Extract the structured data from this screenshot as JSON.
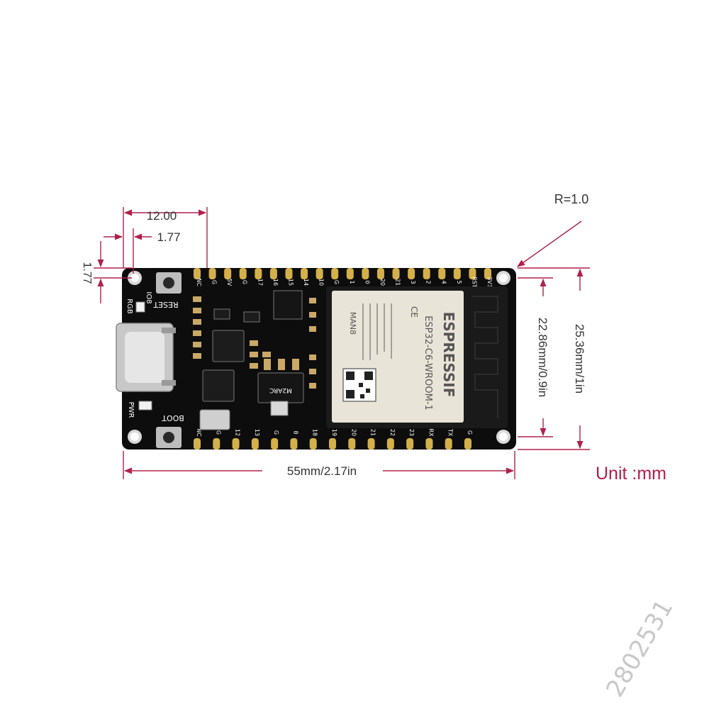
{
  "colors": {
    "dimension": "#b0204a",
    "board": "#0d0d0d",
    "pad": "#d4b04a",
    "module_shield": "#e9e4d8",
    "usb": "#cfcfcf"
  },
  "dimensions": {
    "corner_radius": "R=1.0",
    "header_offset": "12.00",
    "hole_offset_x": "1.77",
    "hole_offset_y": "1.77",
    "pin_row_spacing": "22.86mm/0.9in",
    "board_width": "25.36mm/1in",
    "board_length": "55mm/2.17in",
    "unit": "Unit :mm"
  },
  "board": {
    "top_pins": [
      "NC",
      "G",
      "5V",
      "G",
      "17",
      "16",
      "15",
      "14",
      "10",
      "G",
      "1",
      "0",
      "20",
      "21",
      "3",
      "2",
      "4",
      "5",
      "RST",
      "3V3"
    ],
    "bottom_pins": [
      "NC",
      "G",
      "12",
      "13",
      "G",
      "8",
      "18",
      "19",
      "20",
      "21",
      "22",
      "23",
      "RX",
      "TX",
      "G"
    ],
    "labels": {
      "reset": "RESET",
      "boot": "BOOT",
      "io8": "IO8",
      "rgb": "RGB",
      "pwr": "PWR",
      "regulator": "M2ARC"
    },
    "module": {
      "brand": "ESPRESSIF",
      "model": "ESP32-C6-WROOM-1",
      "ce": "CE",
      "code": "MAN8"
    }
  },
  "watermark": "2802531"
}
